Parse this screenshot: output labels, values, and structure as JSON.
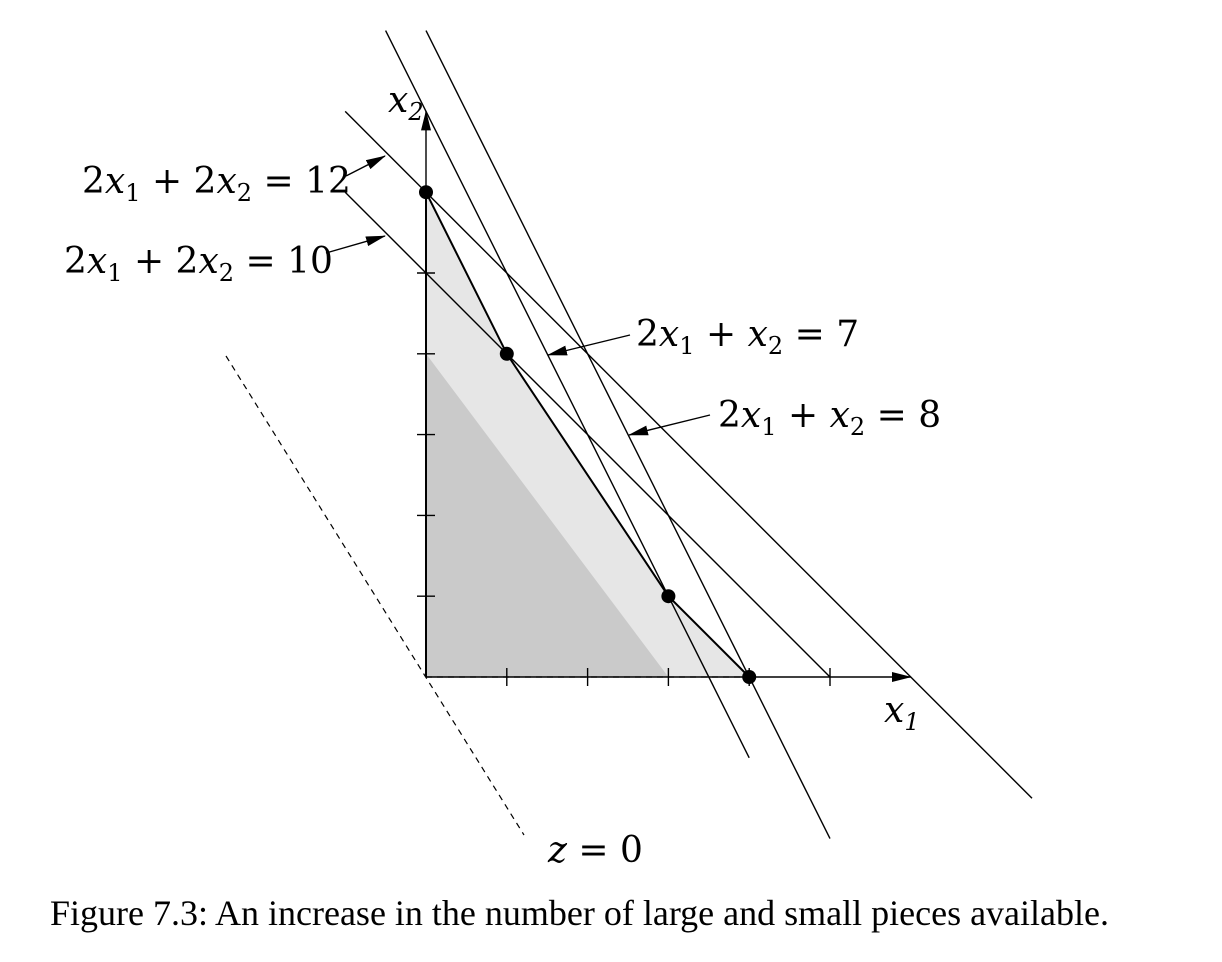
{
  "axes": {
    "x_label": {
      "var": "x",
      "sub": "1"
    },
    "y_label": {
      "var": "x",
      "sub": "2"
    },
    "tick_values": [
      1,
      2,
      3,
      4,
      5
    ]
  },
  "constraints": [
    {
      "id": "2x1+2x2=12",
      "a": 2,
      "b": 2,
      "rhs": 12
    },
    {
      "id": "2x1+2x2=10",
      "a": 2,
      "b": 2,
      "rhs": 10
    },
    {
      "id": "2x1+x2=7",
      "a": 2,
      "b": 1,
      "rhs": 7
    },
    {
      "id": "2x1+x2=8",
      "a": 2,
      "b": 1,
      "rhs": 8
    }
  ],
  "regions": [
    {
      "name": "original-feasible-region",
      "vertices": [
        [
          0,
          0
        ],
        [
          0,
          4
        ],
        [
          3,
          0
        ]
      ]
    },
    {
      "name": "enlarged-feasible-region",
      "vertices": [
        [
          0,
          0
        ],
        [
          0,
          6
        ],
        [
          1,
          4
        ],
        [
          3,
          1
        ],
        [
          4,
          0
        ]
      ]
    }
  ],
  "points": [
    [
      0,
      6
    ],
    [
      1,
      4
    ],
    [
      3,
      1
    ],
    [
      4,
      0
    ]
  ],
  "objective_line": {
    "z": 0
  },
  "labels": {
    "line_12": {
      "parts": [
        "2",
        "x",
        "1",
        " + 2",
        "x",
        "2",
        " = 12"
      ]
    },
    "line_10": {
      "parts": [
        "2",
        "x",
        "1",
        " + 2",
        "x",
        "2",
        " = 10"
      ]
    },
    "line_7": {
      "parts": [
        "2",
        "x",
        "1",
        " + ",
        "x",
        "2",
        " = 7"
      ]
    },
    "line_8": {
      "parts": [
        "2",
        "x",
        "1",
        " + ",
        "x",
        "2",
        " = 8"
      ]
    },
    "z_label": {
      "parts": [
        "z",
        " = 0"
      ]
    }
  },
  "caption": "Figure 7.3: An increase in the number of large and small pieces available."
}
